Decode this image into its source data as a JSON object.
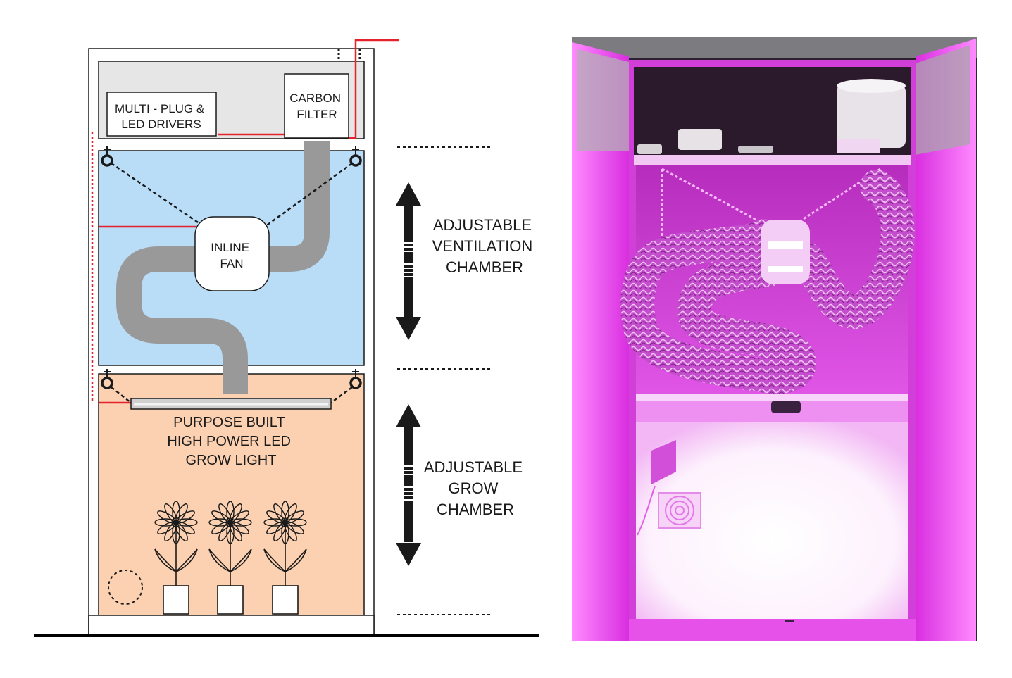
{
  "diagram": {
    "labels": {
      "multi_plug": [
        "MULTI - PLUG &",
        "LED DRIVERS"
      ],
      "carbon_filter": [
        "CARBON",
        "FILTER"
      ],
      "inline_fan": [
        "INLINE",
        "FAN"
      ],
      "grow_light": [
        "PURPOSE BUILT",
        "HIGH POWER LED",
        "GROW LIGHT"
      ],
      "vent_chamber": [
        "ADJUSTABLE",
        "VENTILATION",
        "CHAMBER"
      ],
      "grow_chamber": [
        "ADJUSTABLE",
        "GROW",
        "CHAMBER"
      ]
    },
    "colors": {
      "vent_chamber_fill": "#b9dcf7",
      "grow_chamber_fill": "#fcd1b1",
      "top_compartment_fill": "#e6e6e6",
      "duct": "#999999",
      "cable": "#e3232c",
      "outline": "#1a1a1a"
    }
  },
  "photo": {
    "colors": {
      "glow": "#e23be8",
      "bright": "#fbe6fc",
      "dark": "#3a1035"
    }
  }
}
